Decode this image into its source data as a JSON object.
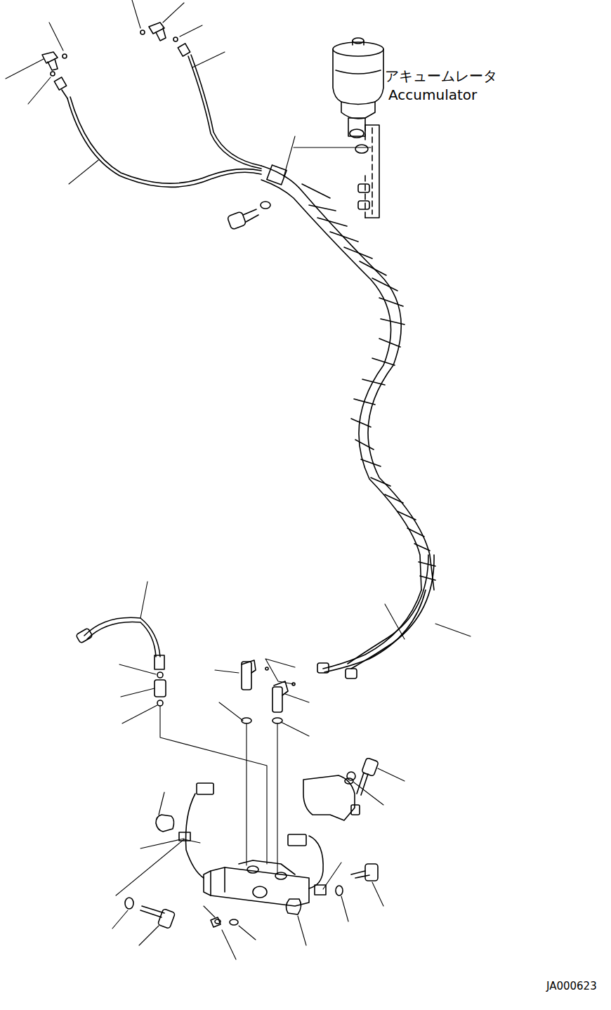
{
  "diagram": {
    "labels": [
      "アキュームレータ",
      "Accumulator",
      "JA000623"
    ]
  }
}
